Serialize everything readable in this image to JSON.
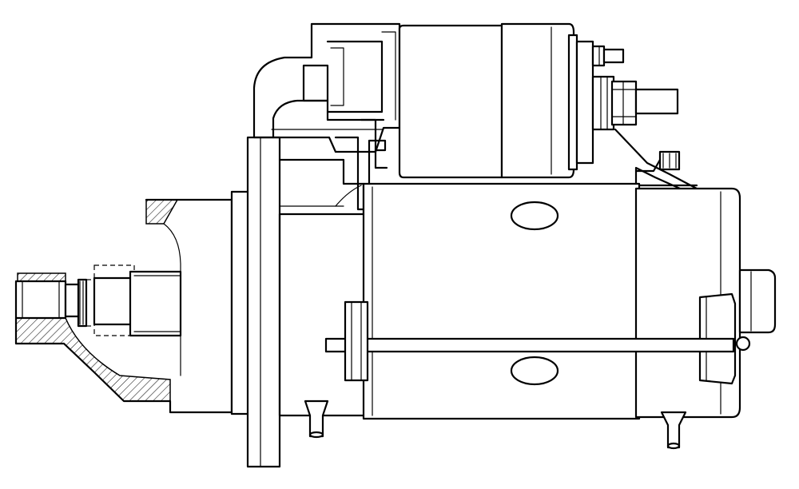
{
  "drawing": {
    "line_color": "#000000",
    "background_color": "#ffffff",
    "parts": [
      {
        "id": "drive-end-housing",
        "icon": "drive-housing-icon"
      },
      {
        "id": "mounting-flange",
        "icon": "flange-icon"
      },
      {
        "id": "pinion-gear",
        "icon": "gear-icon"
      },
      {
        "id": "solenoid",
        "icon": "solenoid-icon"
      },
      {
        "id": "terminal-studs",
        "icon": "terminal-stud-icon"
      },
      {
        "id": "motor-yoke",
        "icon": "motor-body-icon"
      },
      {
        "id": "commutator-end-cap",
        "icon": "end-cap-icon"
      },
      {
        "id": "through-bolt",
        "icon": "bolt-icon"
      }
    ]
  }
}
